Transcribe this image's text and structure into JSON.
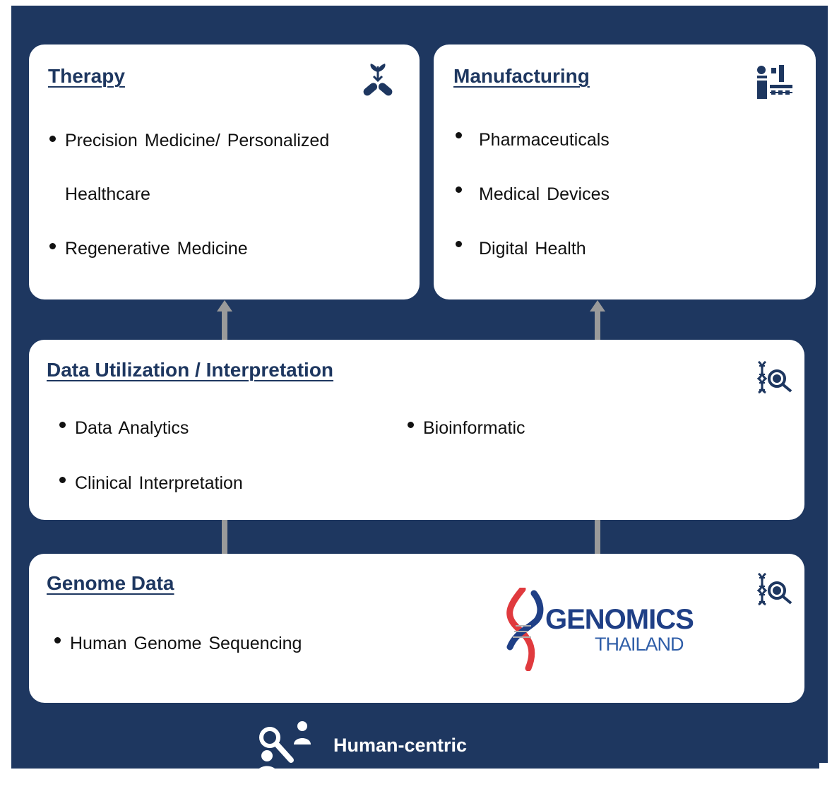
{
  "therapy": {
    "title": "Therapy",
    "item1_line1": "Precision Medicine/ Personalized",
    "item1_line2": "Healthcare",
    "item2": "Regenerative Medicine"
  },
  "manufacturing": {
    "title": "Manufacturing",
    "items": [
      "Pharmaceuticals",
      "Medical Devices",
      "Digital Health"
    ]
  },
  "data_utilization": {
    "title": "Data Utilization / Interpretation",
    "items": [
      "Data Analytics",
      "Bioinformatic",
      "Clinical Interpretation"
    ]
  },
  "genome_data": {
    "title": "Genome Data",
    "items": [
      "Human Genome Sequencing"
    ]
  },
  "logo": {
    "line1": "GENOMICS",
    "line2": "THAILAND"
  },
  "footer": {
    "label": "Human-centric"
  },
  "icons": {
    "therapy": "pill-plant-icon",
    "manufacturing": "factory-icon",
    "data_utilization": "dna-search-icon",
    "genome_data": "dna-search-icon",
    "footer": "people-search-icon"
  },
  "colors": {
    "background": "#1e3760",
    "card": "#ffffff",
    "title": "#1e3760",
    "arrow": "#9a9a9a",
    "logo_red": "#e03a3e",
    "logo_blue": "#1f3f86"
  }
}
